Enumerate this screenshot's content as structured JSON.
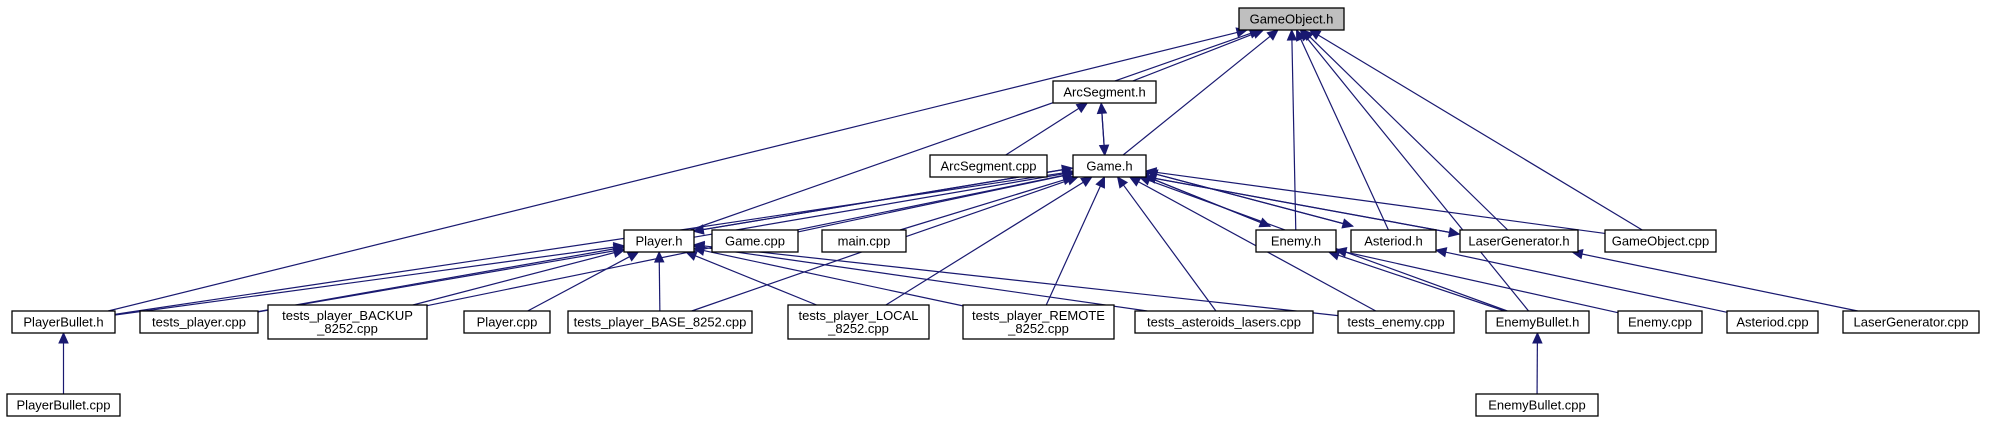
{
  "graph": {
    "title": "",
    "edge_color": "#191970",
    "root_fill": "#bfbfbf",
    "node_fill": "#ffffff",
    "nodes": [
      {
        "id": "GameObject.h",
        "lines": [
          "GameObject.h"
        ],
        "root": true
      },
      {
        "id": "ArcSegment.h",
        "lines": [
          "ArcSegment.h"
        ]
      },
      {
        "id": "ArcSegment.cpp",
        "lines": [
          "ArcSegment.cpp"
        ]
      },
      {
        "id": "Game.h",
        "lines": [
          "Game.h"
        ]
      },
      {
        "id": "Player.h",
        "lines": [
          "Player.h"
        ]
      },
      {
        "id": "Game.cpp",
        "lines": [
          "Game.cpp"
        ]
      },
      {
        "id": "main.cpp",
        "lines": [
          "main.cpp"
        ]
      },
      {
        "id": "Enemy.h",
        "lines": [
          "Enemy.h"
        ]
      },
      {
        "id": "Asteriod.h",
        "lines": [
          "Asteriod.h"
        ]
      },
      {
        "id": "LaserGenerator.h",
        "lines": [
          "LaserGenerator.h"
        ]
      },
      {
        "id": "GameObject.cpp",
        "lines": [
          "GameObject.cpp"
        ]
      },
      {
        "id": "PlayerBullet.h",
        "lines": [
          "PlayerBullet.h"
        ]
      },
      {
        "id": "tests_player.cpp",
        "lines": [
          "tests_player.cpp"
        ]
      },
      {
        "id": "tests_player_BACKUP_8252.cpp",
        "lines": [
          "tests_player_BACKUP",
          "_8252.cpp"
        ]
      },
      {
        "id": "Player.cpp",
        "lines": [
          "Player.cpp"
        ]
      },
      {
        "id": "tests_player_BASE_8252.cpp",
        "lines": [
          "tests_player_BASE_8252.cpp"
        ]
      },
      {
        "id": "tests_player_LOCAL_8252.cpp",
        "lines": [
          "tests_player_LOCAL",
          "_8252.cpp"
        ]
      },
      {
        "id": "tests_player_REMOTE_8252.cpp",
        "lines": [
          "tests_player_REMOTE",
          "_8252.cpp"
        ]
      },
      {
        "id": "tests_asteroids_lasers.cpp",
        "lines": [
          "tests_asteroids_lasers.cpp"
        ]
      },
      {
        "id": "tests_enemy.cpp",
        "lines": [
          "tests_enemy.cpp"
        ]
      },
      {
        "id": "EnemyBullet.h",
        "lines": [
          "EnemyBullet.h"
        ]
      },
      {
        "id": "Enemy.cpp",
        "lines": [
          "Enemy.cpp"
        ]
      },
      {
        "id": "Asteriod.cpp",
        "lines": [
          "Asteriod.cpp"
        ]
      },
      {
        "id": "LaserGenerator.cpp",
        "lines": [
          "LaserGenerator.cpp"
        ]
      },
      {
        "id": "PlayerBullet.cpp",
        "lines": [
          "PlayerBullet.cpp"
        ]
      },
      {
        "id": "EnemyBullet.cpp",
        "lines": [
          "EnemyBullet.cpp"
        ]
      }
    ],
    "edges": [
      {
        "from": "ArcSegment.h",
        "to": "GameObject.h"
      },
      {
        "from": "Game.h",
        "to": "GameObject.h"
      },
      {
        "from": "Player.h",
        "to": "GameObject.h"
      },
      {
        "from": "PlayerBullet.h",
        "to": "GameObject.h"
      },
      {
        "from": "Enemy.h",
        "to": "GameObject.h"
      },
      {
        "from": "Asteriod.h",
        "to": "GameObject.h"
      },
      {
        "from": "LaserGenerator.h",
        "to": "GameObject.h"
      },
      {
        "from": "GameObject.cpp",
        "to": "GameObject.h"
      },
      {
        "from": "EnemyBullet.h",
        "to": "GameObject.h"
      },
      {
        "from": "ArcSegment.cpp",
        "to": "ArcSegment.h"
      },
      {
        "from": "Game.h",
        "to": "ArcSegment.h"
      },
      {
        "from": "ArcSegment.h",
        "to": "Game.h"
      },
      {
        "from": "Player.h",
        "to": "Game.h"
      },
      {
        "from": "Game.cpp",
        "to": "Game.h"
      },
      {
        "from": "main.cpp",
        "to": "Game.h"
      },
      {
        "from": "Enemy.h",
        "to": "Game.h"
      },
      {
        "from": "Asteriod.h",
        "to": "Game.h"
      },
      {
        "from": "LaserGenerator.h",
        "to": "Game.h"
      },
      {
        "from": "GameObject.cpp",
        "to": "Game.h"
      },
      {
        "from": "PlayerBullet.h",
        "to": "Game.h"
      },
      {
        "from": "tests_player.cpp",
        "to": "Game.h"
      },
      {
        "from": "tests_player_BACKUP_8252.cpp",
        "to": "Game.h"
      },
      {
        "from": "tests_player_BASE_8252.cpp",
        "to": "Game.h"
      },
      {
        "from": "tests_player_LOCAL_8252.cpp",
        "to": "Game.h"
      },
      {
        "from": "tests_player_REMOTE_8252.cpp",
        "to": "Game.h"
      },
      {
        "from": "tests_asteroids_lasers.cpp",
        "to": "Game.h"
      },
      {
        "from": "tests_enemy.cpp",
        "to": "Game.h"
      },
      {
        "from": "EnemyBullet.h",
        "to": "Game.h"
      },
      {
        "from": "Game.h",
        "to": "Player.h"
      },
      {
        "from": "Game.h",
        "to": "Enemy.h"
      },
      {
        "from": "Game.h",
        "to": "Asteriod.h"
      },
      {
        "from": "Game.h",
        "to": "LaserGenerator.h"
      },
      {
        "from": "PlayerBullet.h",
        "to": "Player.h"
      },
      {
        "from": "tests_player.cpp",
        "to": "Player.h"
      },
      {
        "from": "tests_player_BACKUP_8252.cpp",
        "to": "Player.h"
      },
      {
        "from": "Player.cpp",
        "to": "Player.h"
      },
      {
        "from": "tests_player_BASE_8252.cpp",
        "to": "Player.h"
      },
      {
        "from": "tests_player_LOCAL_8252.cpp",
        "to": "Player.h"
      },
      {
        "from": "tests_player_REMOTE_8252.cpp",
        "to": "Player.h"
      },
      {
        "from": "tests_asteroids_lasers.cpp",
        "to": "Player.h"
      },
      {
        "from": "tests_enemy.cpp",
        "to": "Player.h"
      },
      {
        "from": "EnemyBullet.h",
        "to": "Enemy.h"
      },
      {
        "from": "Enemy.cpp",
        "to": "Enemy.h"
      },
      {
        "from": "Asteriod.cpp",
        "to": "Asteriod.h"
      },
      {
        "from": "LaserGenerator.cpp",
        "to": "LaserGenerator.h"
      },
      {
        "from": "PlayerBullet.cpp",
        "to": "PlayerBullet.h"
      },
      {
        "from": "EnemyBullet.cpp",
        "to": "EnemyBullet.h"
      }
    ]
  }
}
